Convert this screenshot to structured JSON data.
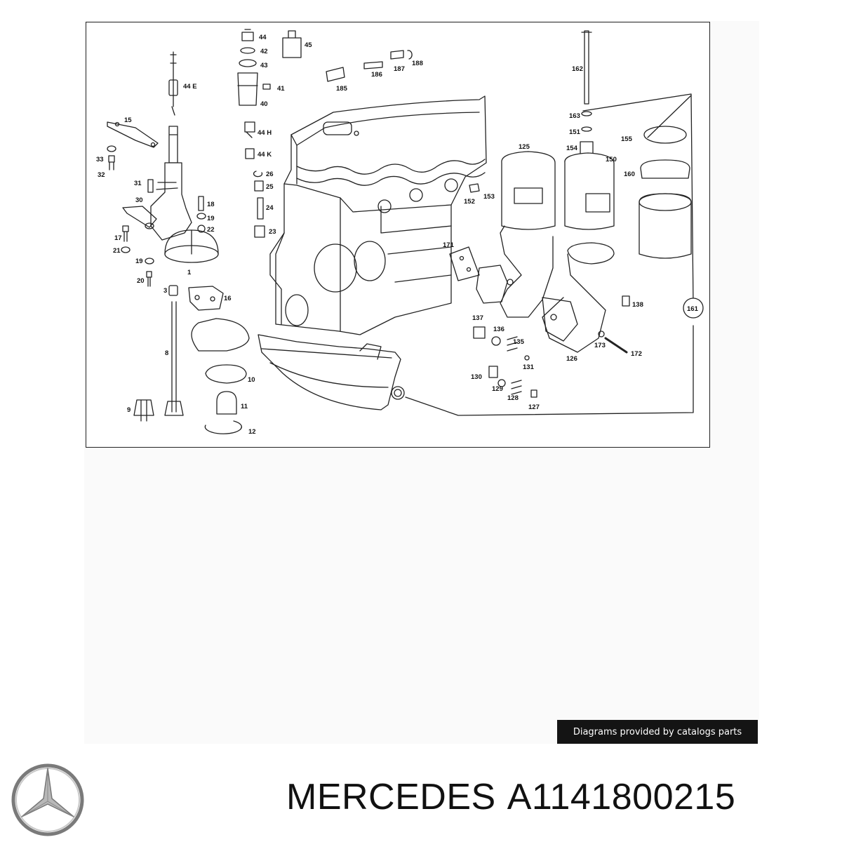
{
  "diagram": {
    "labels": [
      {
        "id": "p44a",
        "text": "44"
      },
      {
        "id": "p42",
        "text": "42"
      },
      {
        "id": "p43",
        "text": "43"
      },
      {
        "id": "p41",
        "text": "41"
      },
      {
        "id": "p40",
        "text": "40"
      },
      {
        "id": "p44h",
        "text": "44 H"
      },
      {
        "id": "p44k",
        "text": "44 K"
      },
      {
        "id": "p26",
        "text": "26"
      },
      {
        "id": "p25",
        "text": "25"
      },
      {
        "id": "p24",
        "text": "24"
      },
      {
        "id": "p23",
        "text": "23"
      },
      {
        "id": "p45",
        "text": "45"
      },
      {
        "id": "p44e",
        "text": "44 E"
      },
      {
        "id": "p15",
        "text": "15"
      },
      {
        "id": "p33",
        "text": "33"
      },
      {
        "id": "p32",
        "text": "32"
      },
      {
        "id": "p31",
        "text": "31"
      },
      {
        "id": "p30",
        "text": "30"
      },
      {
        "id": "p18",
        "text": "18"
      },
      {
        "id": "p19a",
        "text": "19"
      },
      {
        "id": "p22",
        "text": "22"
      },
      {
        "id": "p17",
        "text": "17"
      },
      {
        "id": "p21",
        "text": "21"
      },
      {
        "id": "p19b",
        "text": "19"
      },
      {
        "id": "p1",
        "text": "1"
      },
      {
        "id": "p20",
        "text": "20"
      },
      {
        "id": "p3",
        "text": "3"
      },
      {
        "id": "p16",
        "text": "16"
      },
      {
        "id": "p8",
        "text": "8"
      },
      {
        "id": "p10",
        "text": "10"
      },
      {
        "id": "p9",
        "text": "9"
      },
      {
        "id": "p11",
        "text": "11"
      },
      {
        "id": "p12",
        "text": "12"
      },
      {
        "id": "p185",
        "text": "185"
      },
      {
        "id": "p186",
        "text": "186"
      },
      {
        "id": "p187",
        "text": "187"
      },
      {
        "id": "p188",
        "text": "188"
      },
      {
        "id": "p162",
        "text": "162"
      },
      {
        "id": "p163",
        "text": "163"
      },
      {
        "id": "p151",
        "text": "151"
      },
      {
        "id": "p154",
        "text": "154"
      },
      {
        "id": "p155",
        "text": "155"
      },
      {
        "id": "p125",
        "text": "125"
      },
      {
        "id": "p150",
        "text": "150"
      },
      {
        "id": "p160",
        "text": "160"
      },
      {
        "id": "p153",
        "text": "153"
      },
      {
        "id": "p152",
        "text": "152"
      },
      {
        "id": "p171",
        "text": "171"
      },
      {
        "id": "p161",
        "text": "161"
      },
      {
        "id": "p138",
        "text": "138"
      },
      {
        "id": "p137",
        "text": "137"
      },
      {
        "id": "p136",
        "text": "136"
      },
      {
        "id": "p135",
        "text": "135"
      },
      {
        "id": "p131",
        "text": "131"
      },
      {
        "id": "p126",
        "text": "126"
      },
      {
        "id": "p173",
        "text": "173"
      },
      {
        "id": "p172",
        "text": "172"
      },
      {
        "id": "p130",
        "text": "130"
      },
      {
        "id": "p129",
        "text": "129"
      },
      {
        "id": "p128",
        "text": "128"
      },
      {
        "id": "p127",
        "text": "127"
      }
    ]
  },
  "credit": {
    "text": "Diagrams provided by catalogs parts"
  },
  "brand": {
    "name": "MERCEDES",
    "part_number": "A1141800215",
    "logo_icon": "mercedes-star-icon"
  }
}
